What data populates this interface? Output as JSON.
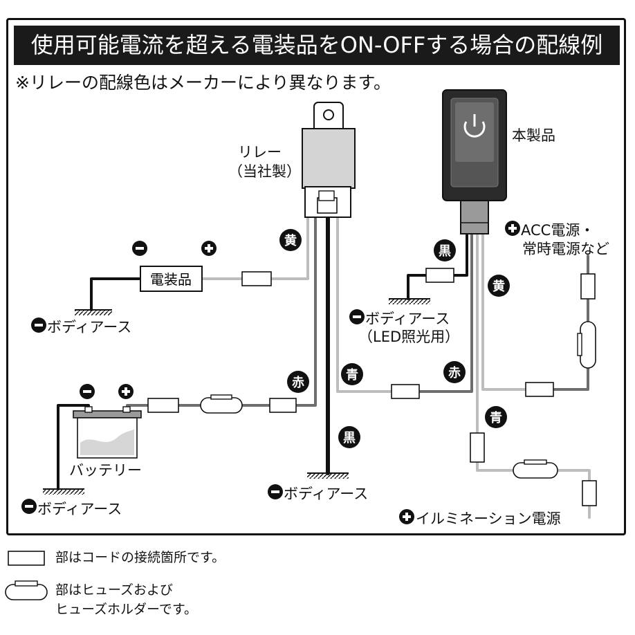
{
  "title": "使用可能電流を超える電装品をON-OFFする場合の配線例",
  "note": "※リレーの配線色はメーカーにより異なります。",
  "labels": {
    "relay": "リレー",
    "relay_maker": "（当社製）",
    "product": "本製品",
    "device": "電装品",
    "battery": "バッテリー",
    "body_ground_left": "ボディアース",
    "body_ground_battery": "ボディアース",
    "body_ground_bottom": "ボディアース",
    "body_ground_led": "ボディアース",
    "led_note": "（LED照光用）",
    "acc_power_1": "ACC電源・",
    "acc_power_2": "常時電源など",
    "illumination_power": "イルミネーション電源"
  },
  "wire_colors": {
    "relay_yellow": "黄",
    "relay_red": "赤",
    "relay_black": "黒",
    "relay_blue": "青",
    "product_black": "黒",
    "product_yellow": "黄",
    "product_red": "赤",
    "product_blue": "青"
  },
  "symbols": {
    "plus": "+",
    "minus": "−"
  },
  "legend": {
    "connector": "部はコードの接続箇所です。",
    "fuse_line1": "部はヒューズおよび",
    "fuse_line2": "ヒューズホルダーです。"
  },
  "colors": {
    "wire_black": "#111111",
    "wire_dark_gray": "#6e6e6e",
    "wire_light_gray": "#bdbdbd",
    "product_body": "#2a2a2a",
    "relay_body": "#d4d4d4"
  }
}
